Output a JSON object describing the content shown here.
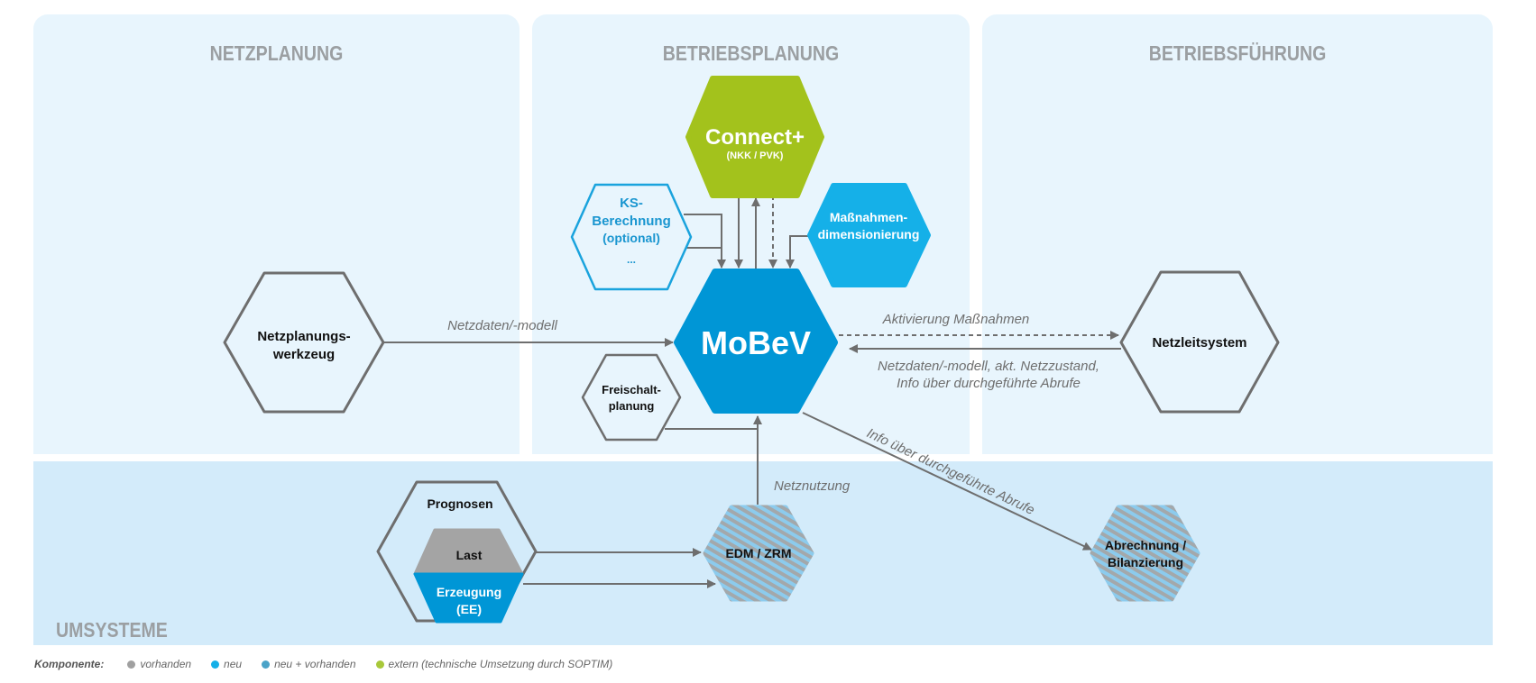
{
  "sections": {
    "netzplanung": "NETZPLANUNG",
    "betriebsplanung": "BETRIEBSPLANUNG",
    "betriebsfuehrung": "BETRIEBSFÜHRUNG",
    "umsysteme": "UMSYSTEME"
  },
  "nodes": {
    "connect": {
      "title": "Connect+",
      "subtitle": "(NKK / PVK)",
      "type": "extern"
    },
    "ks": {
      "lines": [
        "KS-",
        "Berechnung",
        "(optional)",
        "..."
      ],
      "type": "neu-outline"
    },
    "massnahmen": {
      "lines": [
        "Maßnahmen-",
        "dimensionierung"
      ],
      "type": "neu"
    },
    "mobev": {
      "title": "MoBeV",
      "type": "neu"
    },
    "netzplanungswerkzeug": {
      "lines": [
        "Netzplanungs-",
        "werkzeug"
      ],
      "type": "vorhanden"
    },
    "netzleitsystem": {
      "lines": [
        "Netzleitsystem"
      ],
      "type": "vorhanden"
    },
    "freischaltplanung": {
      "lines": [
        "Freischalt-",
        "planung"
      ],
      "type": "vorhanden"
    },
    "prognosen": {
      "title": "Prognosen",
      "last": "Last",
      "erzeugung": [
        "Erzeugung",
        "(EE)"
      ],
      "type": "vorhanden"
    },
    "edm": {
      "lines": [
        "EDM / ZRM"
      ],
      "type": "neu+vorhanden"
    },
    "abrechnung": {
      "lines": [
        "Abrechnung /",
        "Bilanzierung"
      ],
      "type": "neu+vorhanden"
    }
  },
  "edges": {
    "netzdaten_modell": "Netzdaten/-modell",
    "aktivierung": "Aktivierung Maßnahmen",
    "netzleit_back": [
      "Netzdaten/-modell, akt. Netzzustand,",
      "Info über durchgeführte Abrufe"
    ],
    "netznutzung": "Netznutzung",
    "info_abrufe": "Info über durchgeführte Abrufe"
  },
  "legend": {
    "title": "Komponente:",
    "items": [
      {
        "label": "vorhanden",
        "color": "#a0a0a0"
      },
      {
        "label": "neu",
        "color": "#15b0e8"
      },
      {
        "label": "neu + vorhanden",
        "color": "#4aa3c8"
      },
      {
        "label": "extern (technische Umsetzung durch SOPTIM)",
        "color": "#a8c83a"
      }
    ]
  },
  "colors": {
    "panel": "#e8f5fd",
    "band": "#d3ebfa",
    "mobev": "#0096d6",
    "neu": "#15b0e8",
    "extern": "#a3c21c",
    "vorhanden_stroke": "#6e6e6e",
    "last_fill": "#a4a4a4",
    "arrow": "#6e6e6e"
  }
}
